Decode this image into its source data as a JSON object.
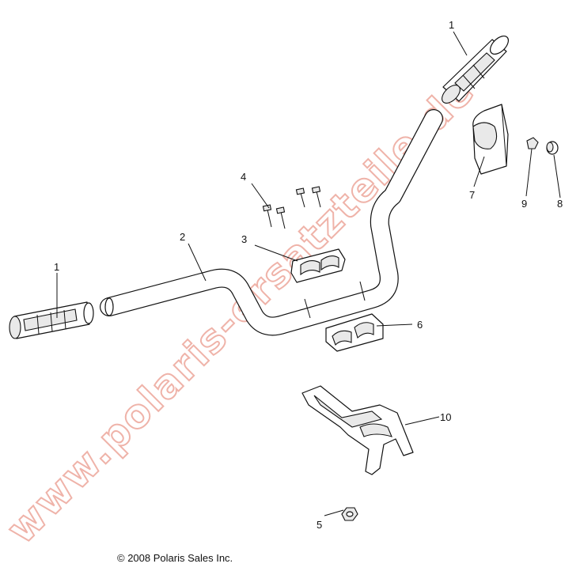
{
  "watermark": "www.polaris-ersatzteile.de",
  "copyright": "© 2008 Polaris Sales Inc.",
  "callouts": [
    "1",
    "1",
    "2",
    "3",
    "4",
    "5",
    "6",
    "7",
    "8",
    "9",
    "10"
  ]
}
